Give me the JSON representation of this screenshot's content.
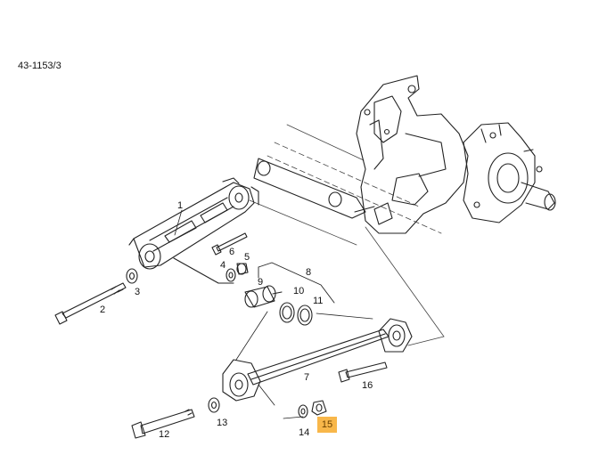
{
  "drawing_code": "43-1153/3",
  "highlight_color": "#f8b74a",
  "parts": [
    {
      "id": "p1",
      "label": "1"
    },
    {
      "id": "p2",
      "label": "2"
    },
    {
      "id": "p3",
      "label": "3"
    },
    {
      "id": "p4",
      "label": "4"
    },
    {
      "id": "p5",
      "label": "5"
    },
    {
      "id": "p6",
      "label": "6"
    },
    {
      "id": "p7",
      "label": "7"
    },
    {
      "id": "p8",
      "label": "8"
    },
    {
      "id": "p9",
      "label": "9"
    },
    {
      "id": "p10",
      "label": "10"
    },
    {
      "id": "p11",
      "label": "11"
    },
    {
      "id": "p12",
      "label": "12"
    },
    {
      "id": "p13",
      "label": "13"
    },
    {
      "id": "p14",
      "label": "14"
    },
    {
      "id": "p15",
      "label": "15",
      "highlighted": true
    },
    {
      "id": "p16",
      "label": "16"
    }
  ]
}
